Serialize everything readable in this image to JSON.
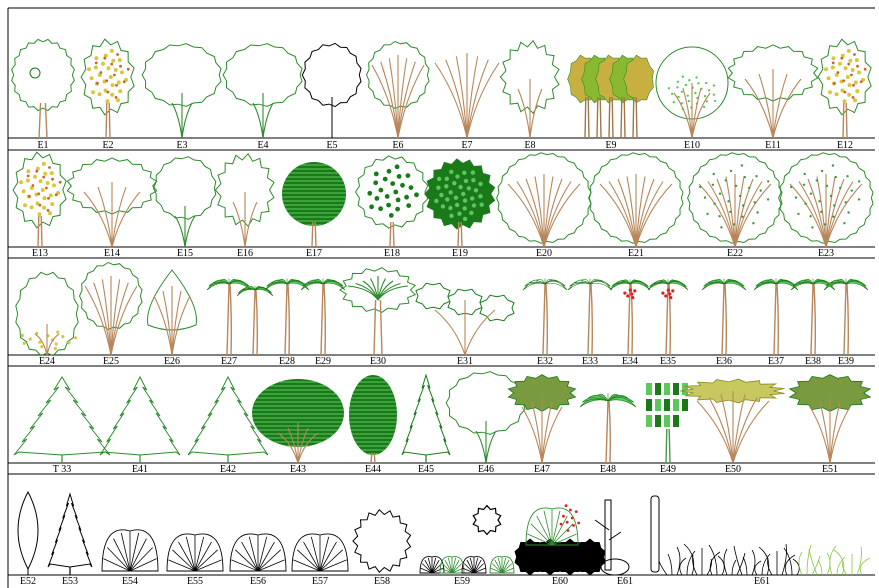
{
  "rows": [
    {
      "id": "row1",
      "labels": [
        "E1",
        "E2",
        "E3",
        "E4",
        "E5",
        "E6",
        "E7",
        "E8",
        "E9",
        "E10",
        "E11",
        "E12"
      ]
    },
    {
      "id": "row2",
      "labels": [
        "E13",
        "E14",
        "E15",
        "E16",
        "E17",
        "E18",
        "E19",
        "E20",
        "E21",
        "E22",
        "E23"
      ]
    },
    {
      "id": "row3",
      "labels": [
        "E24",
        "E25",
        "E26",
        "E27",
        "E28",
        "E29",
        "E30",
        "E31",
        "E32",
        "E33",
        "E34",
        "E35",
        "E36",
        "E37",
        "E38",
        "E39"
      ]
    },
    {
      "id": "row4",
      "labels": [
        "T  33",
        "E41",
        "E42",
        "E43",
        "E44",
        "E45",
        "E46",
        "E47",
        "E48",
        "E49",
        "E50",
        "E51"
      ]
    },
    {
      "id": "row5",
      "labels": [
        "E52",
        "E53",
        "E54",
        "E55",
        "E56",
        "E57",
        "E58",
        "E59",
        "E60",
        "E61",
        "E61"
      ]
    }
  ],
  "colors": {
    "frame": "#000000",
    "outline_green": "#2e8b2e",
    "dark_green": "#1a7a1a",
    "light_green": "#5cc85c",
    "trunk": "#b8865a",
    "yellow": "#d8c838",
    "red": "#e02020"
  }
}
